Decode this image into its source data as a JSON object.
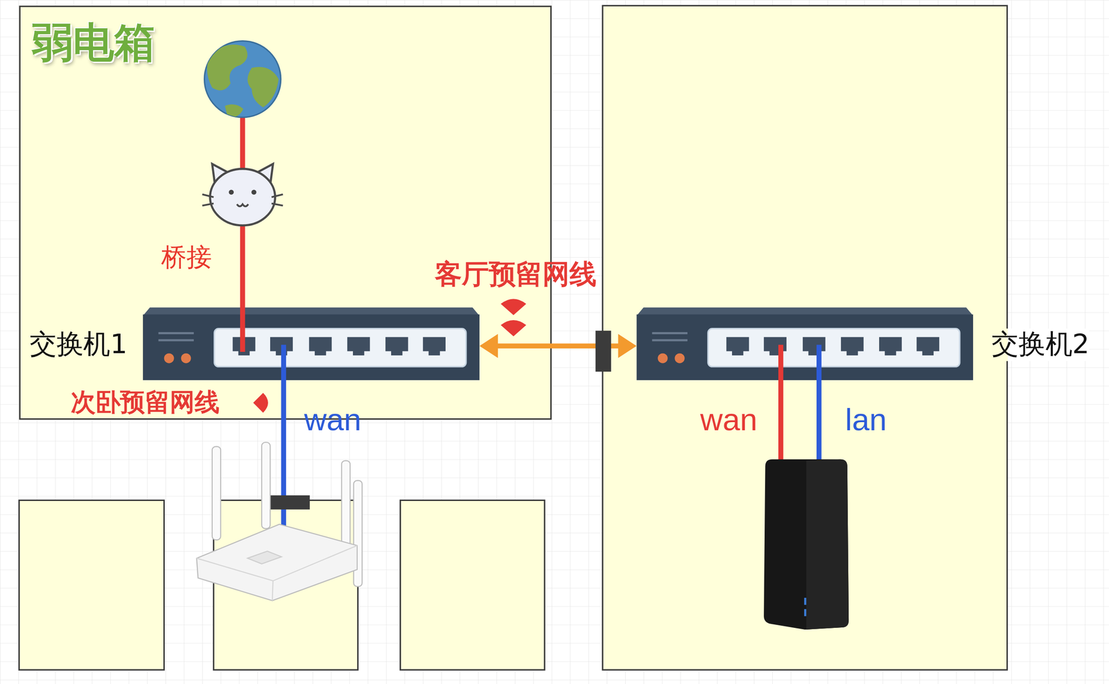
{
  "diagram": {
    "nodes": [
      {
        "text": [
          "弱电箱"
        ]
      },
      {
        "text": [
          "交换机1"
        ],
        "in": 0
      },
      {
        "text": [
          "交换机2"
        ]
      }
    ],
    "edges": [
      {
        "from": 1,
        "to": 2,
        "arrow": "both",
        "label": "客厅预留网线"
      }
    ],
    "labels": [
      "桥接",
      "次卧预留网线",
      "wan",
      "wan",
      "lan"
    ]
  }
}
